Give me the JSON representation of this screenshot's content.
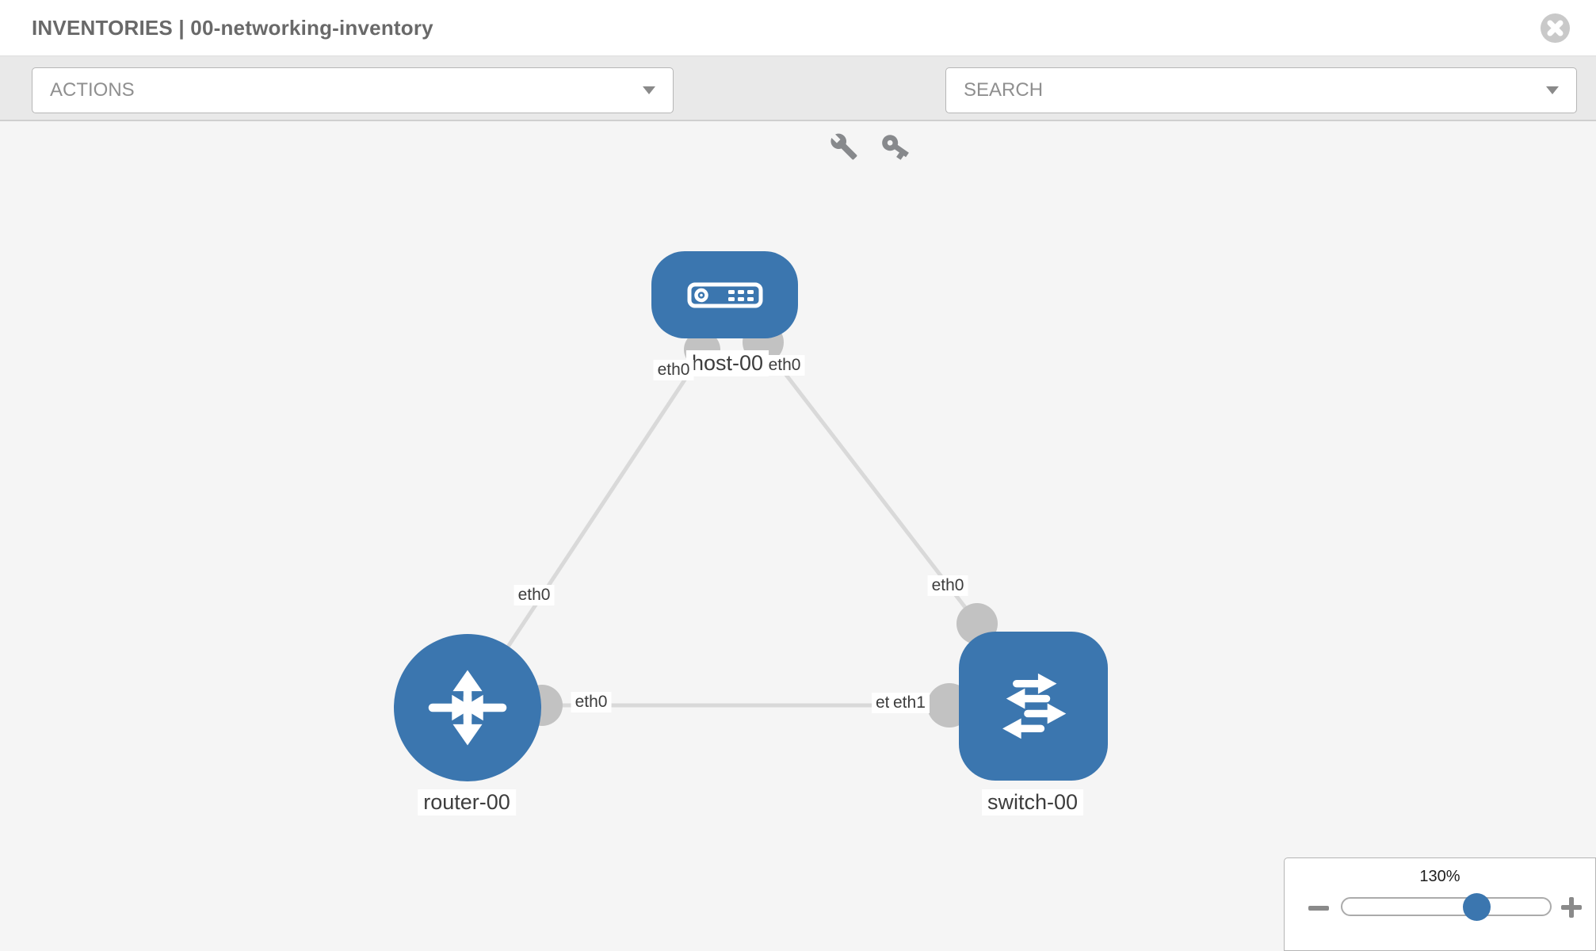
{
  "header": {
    "title": "INVENTORIES | 00-networking-inventory"
  },
  "toolbar": {
    "actions_label": "ACTIONS",
    "search_placeholder": "SEARCH",
    "icons": [
      "wrench-icon",
      "key-icon"
    ]
  },
  "topology": {
    "nodes": [
      {
        "id": "host-00",
        "label": "host-00",
        "type": "host"
      },
      {
        "id": "router-00",
        "label": "router-00",
        "type": "router"
      },
      {
        "id": "switch-00",
        "label": "switch-00",
        "type": "switch"
      }
    ],
    "links": [
      {
        "from": "router-00",
        "to": "host-00",
        "from_interface": "eth0",
        "to_interface": "eth0"
      },
      {
        "from": "host-00",
        "to": "switch-00",
        "from_interface": "eth0",
        "to_interface": "eth0"
      },
      {
        "from": "router-00",
        "to": "switch-00",
        "from_interface": "eth0",
        "to_interface": "eth1"
      }
    ],
    "interface_labels": [
      {
        "text": "eth0"
      },
      {
        "text": "eth0"
      },
      {
        "text": "eth0"
      },
      {
        "text": "eth0"
      },
      {
        "text": "eth0"
      },
      {
        "text": "eth0"
      },
      {
        "text": "eth1"
      }
    ]
  },
  "zoom_control": {
    "level": "130%"
  },
  "colors": {
    "node_blue": "#3b76af",
    "link_gray": "#d9d9d9",
    "interface_circle_gray": "#c2c2c2",
    "toolbar_gray": "#e9e9e9",
    "canvas_gray": "#f5f5f5",
    "muted_text_gray": "#8f8f8f"
  }
}
